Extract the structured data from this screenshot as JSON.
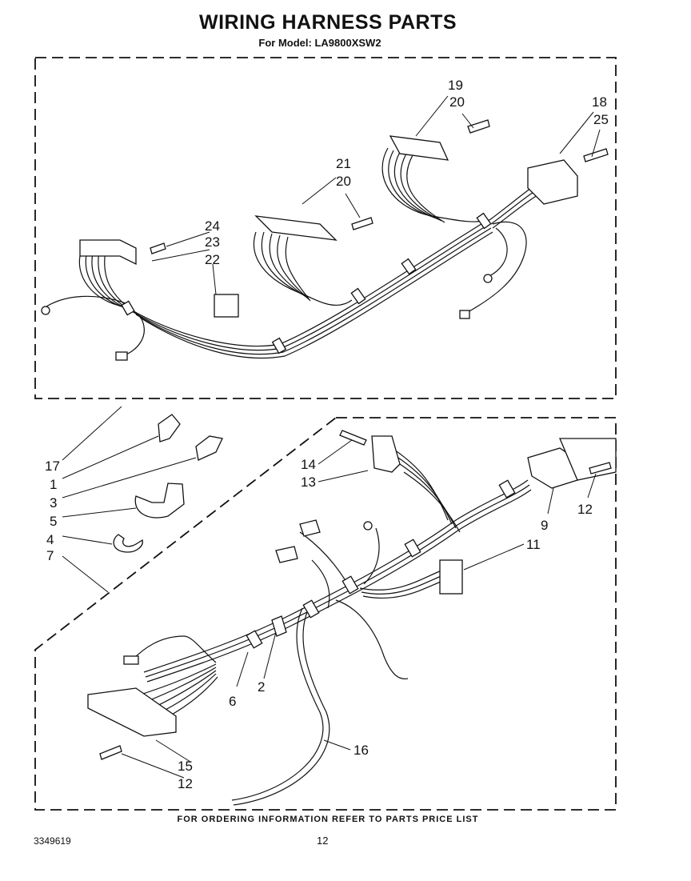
{
  "header": {
    "title": "WIRING HARNESS PARTS",
    "subtitle": "For Model: LA9800XSW2"
  },
  "callouts": {
    "top": [
      {
        "id": "c19",
        "label": "19"
      },
      {
        "id": "c20a",
        "label": "20"
      },
      {
        "id": "c18",
        "label": "18"
      },
      {
        "id": "c25",
        "label": "25"
      },
      {
        "id": "c21",
        "label": "21"
      },
      {
        "id": "c20b",
        "label": "20"
      },
      {
        "id": "c24",
        "label": "24"
      },
      {
        "id": "c23",
        "label": "23"
      },
      {
        "id": "c22",
        "label": "22"
      }
    ],
    "left": [
      {
        "id": "c17",
        "label": "17"
      },
      {
        "id": "c1",
        "label": "1"
      },
      {
        "id": "c3",
        "label": "3"
      },
      {
        "id": "c5",
        "label": "5"
      },
      {
        "id": "c4",
        "label": "4"
      },
      {
        "id": "c7",
        "label": "7"
      }
    ],
    "bottom": [
      {
        "id": "c14",
        "label": "14"
      },
      {
        "id": "c13",
        "label": "13"
      },
      {
        "id": "c12a",
        "label": "12"
      },
      {
        "id": "c9",
        "label": "9"
      },
      {
        "id": "c11",
        "label": "11"
      },
      {
        "id": "c6",
        "label": "6"
      },
      {
        "id": "c2",
        "label": "2"
      },
      {
        "id": "c15",
        "label": "15"
      },
      {
        "id": "c12b",
        "label": "12"
      },
      {
        "id": "c16",
        "label": "16"
      }
    ]
  },
  "footer": {
    "note": "FOR ORDERING INFORMATION REFER TO PARTS PRICE LIST",
    "doc_number": "3349619",
    "page_number": "12"
  }
}
